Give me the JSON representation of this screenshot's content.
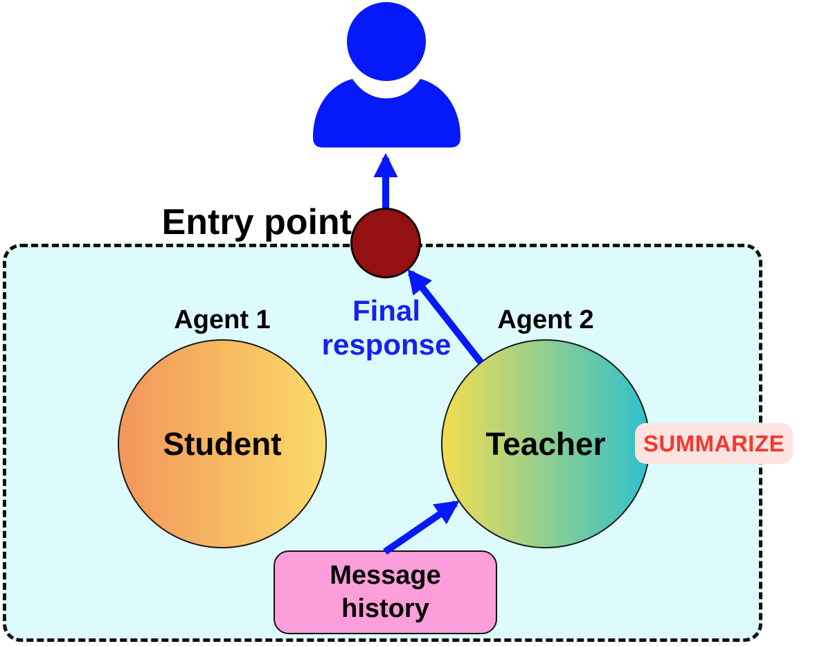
{
  "diagram": {
    "title_none": "",
    "user": {
      "icon": "person-icon"
    },
    "entry_point": {
      "label": "Entry point"
    },
    "agents": [
      {
        "label": "Agent 1",
        "name": "Student"
      },
      {
        "label": "Agent 2",
        "name": "Teacher"
      }
    ],
    "badge": {
      "label": "SUMMARIZE"
    },
    "message_history": {
      "line1": "Message",
      "line2": "history"
    },
    "final_response": {
      "line1": "Final",
      "line2": "response"
    },
    "arrows": [
      {
        "name": "entry-to-user",
        "from": "entry point node",
        "to": "user"
      },
      {
        "name": "teacher-to-entry",
        "from": "Teacher",
        "to": "entry point node",
        "label": "Final response"
      },
      {
        "name": "history-to-teacher",
        "from": "Message history",
        "to": "Teacher"
      }
    ],
    "colors": {
      "arrow_blue": "#0619fb",
      "entry_node_red": "#941111",
      "boundary_bg": "#ddfafd",
      "boundary_border": "#101010",
      "message_pink": "#fb9eda",
      "badge_bg": "#fde4e1",
      "badge_text": "#f5372d",
      "final_response_text": "#1322f0",
      "student_gradient_left": "#f2965a",
      "student_gradient_right": "#fbda68",
      "teacher_gradient_left": "#f2dd50",
      "teacher_gradient_right": "#2fc0cd"
    }
  }
}
